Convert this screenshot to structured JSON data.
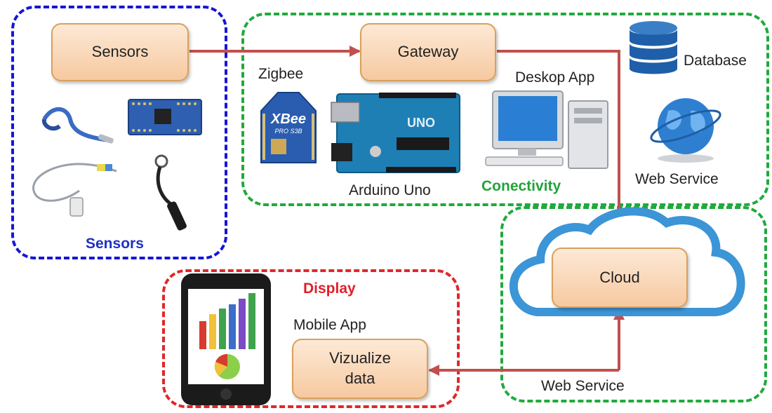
{
  "groups": {
    "sensors": {
      "label": "Sensors",
      "color": "#1515d8"
    },
    "connectivity": {
      "label": "Conectivity",
      "color": "#1faa3c"
    },
    "display": {
      "label": "Display",
      "color": "#e0272a"
    }
  },
  "nodes": {
    "sensors": "Sensors",
    "gateway": "Gateway",
    "cloud": "Cloud",
    "visualize": "Vizualize\ndata"
  },
  "labels": {
    "zigbee": "Zigbee",
    "arduino": "Arduino Uno",
    "desktop_app": "Deskop App",
    "database": "Database",
    "web_service_top": "Web Service",
    "mobile_app": "Mobile App",
    "web_service_bottom": "Web Service",
    "xbee": "XBee",
    "xbee_sub": "PRO S3B",
    "uno": "UNO"
  },
  "colors": {
    "arrow": "#c0504d",
    "node_fill": "#f8d5b0",
    "cloud_stroke": "#3b95d6"
  },
  "icons": [
    "temperature-probe-icon",
    "microcontroller-board-icon",
    "wire-sensor-icon",
    "ph-probe-icon",
    "xbee-module-icon",
    "arduino-uno-icon",
    "desktop-computer-icon",
    "database-icon",
    "globe-icon",
    "cloud-icon",
    "smartphone-icon"
  ]
}
